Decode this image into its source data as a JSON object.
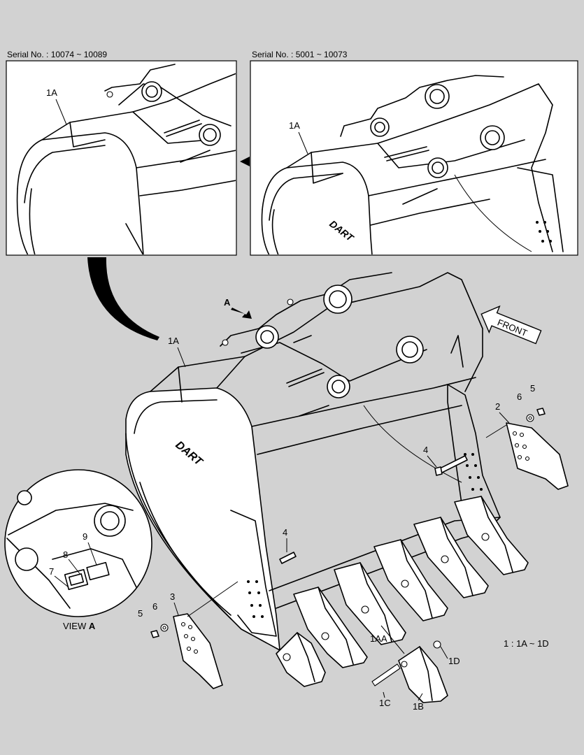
{
  "panels": {
    "left_serial": "Serial No. : 10074 ~ 10089",
    "right_serial": "Serial No. : 5001 ~ 10073"
  },
  "callouts": {
    "left_1a": "1A",
    "right_1a": "1A",
    "main_1a": "1A",
    "view_arrow": "A",
    "front": "FRONT",
    "part_2": "2",
    "part_3": "3",
    "part_4_right": "4",
    "part_4_left": "4",
    "part_5_right": "5",
    "part_5_left": "5",
    "part_6_right": "6",
    "part_6_left": "6",
    "part_1aa": "1AA",
    "part_1b": "1B",
    "part_1c": "1C",
    "part_1d": "1D",
    "part_7": "7",
    "part_8": "8",
    "part_9": "9"
  },
  "view_label": {
    "prefix": "VIEW ",
    "letter": "A"
  },
  "ratio_note": "1 : 1A ~ 1D",
  "logo_text": "DART"
}
